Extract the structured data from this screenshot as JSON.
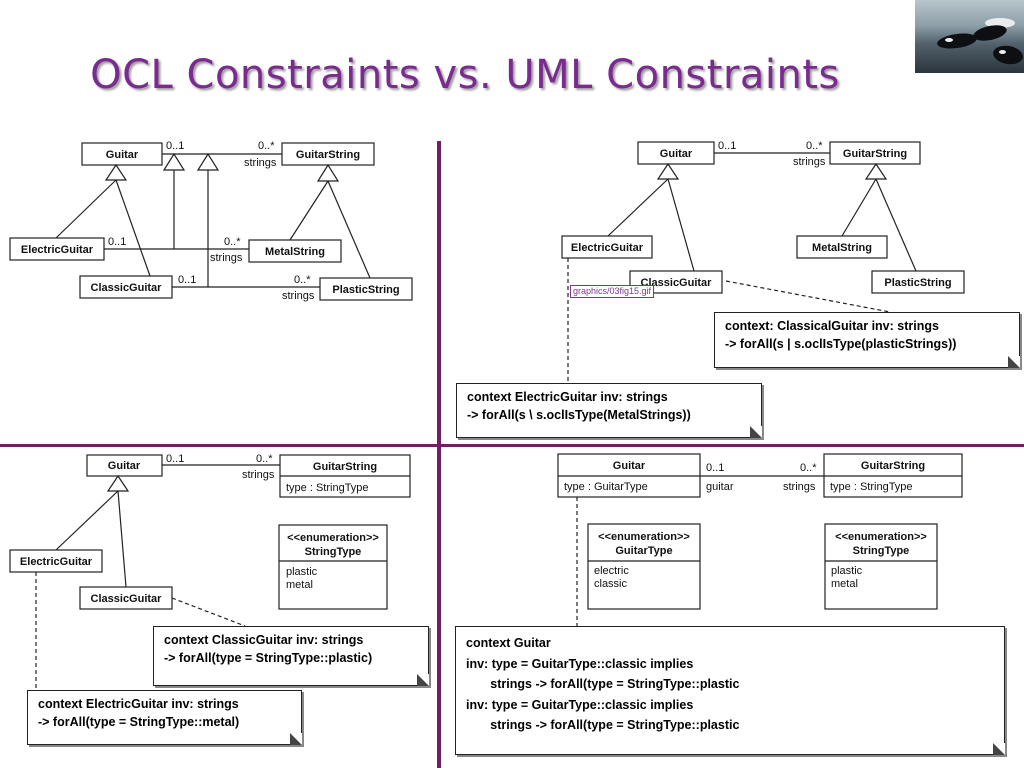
{
  "slide": {
    "title": "OCL Constraints vs. UML Constraints"
  },
  "photo": {
    "icon": "orca-photo"
  },
  "colors": {
    "title": "#7b2a8f",
    "divider": "#6e1f66"
  },
  "q1": {
    "classes": {
      "guitar": "Guitar",
      "guitar_string": "GuitarString",
      "electric": "ElectricGuitar",
      "metal": "MetalString",
      "classic": "ClassicGuitar",
      "plastic": "PlasticString"
    },
    "mult_a1": "0..1",
    "mult_a2": "0..*",
    "role_a": "strings",
    "mult_b1": "0..1",
    "mult_b2": "0..*",
    "role_b": "strings",
    "mult_c1": "0..1",
    "mult_c2": "0..*",
    "role_c": "strings"
  },
  "q2": {
    "classes": {
      "guitar": "Guitar",
      "guitar_string": "GuitarString",
      "electric": "ElectricGuitar",
      "metal": "MetalString",
      "classic": "ClassicGuitar",
      "plastic": "PlasticString"
    },
    "mult_1": "0..1",
    "mult_2": "0..*",
    "role": "strings",
    "fig_link": "graphics/03fig15.gif",
    "note_classic": [
      "context: ClassicalGuitar inv: strings",
      "-> forAll(s | s.oclIsType(plasticStrings))"
    ],
    "note_electric": [
      "context ElectricGuitar inv: strings",
      "-> forAll(s \\ s.oclIsType(MetalStrings))"
    ]
  },
  "q3": {
    "classes": {
      "guitar": "Guitar",
      "guitar_string": "GuitarString",
      "electric": "ElectricGuitar",
      "classic": "ClassicGuitar"
    },
    "gs_attr": "type : StringType",
    "enum_stereo": "<<enumeration>>",
    "enum_name": "StringType",
    "enum_values": [
      "plastic",
      "metal"
    ],
    "mult_1": "0..1",
    "mult_2": "0..*",
    "role": "strings",
    "note_classic": [
      "context ClassicGuitar inv: strings",
      "-> forAll(type = StringType::plastic)"
    ],
    "note_electric": [
      "context ElectricGuitar inv: strings",
      "-> forAll(type = StringType::metal)"
    ]
  },
  "q4": {
    "classes": {
      "guitar": "Guitar",
      "guitar_string": "GuitarString"
    },
    "guitar_attr": "type : GuitarType",
    "gs_attr": "type :  StringType",
    "mult_1": "0..1",
    "mult_2": "0..*",
    "role_guitar": "guitar",
    "role_strings": "strings",
    "enum1_stereo": "<<enumeration>>",
    "enum1_name": "GuitarType",
    "enum1_values": [
      "electric",
      "classic"
    ],
    "enum2_stereo": "<<enumeration>>",
    "enum2_name": "StringType",
    "enum2_values": [
      "plastic",
      "metal"
    ],
    "note": [
      "context Guitar",
      "inv: type = GuitarType::classic implies",
      "       strings -> forAll(type = StringType::plastic",
      "inv: type = GuitarType::classic implies",
      "       strings -> forAll(type = StringType::plastic"
    ]
  }
}
